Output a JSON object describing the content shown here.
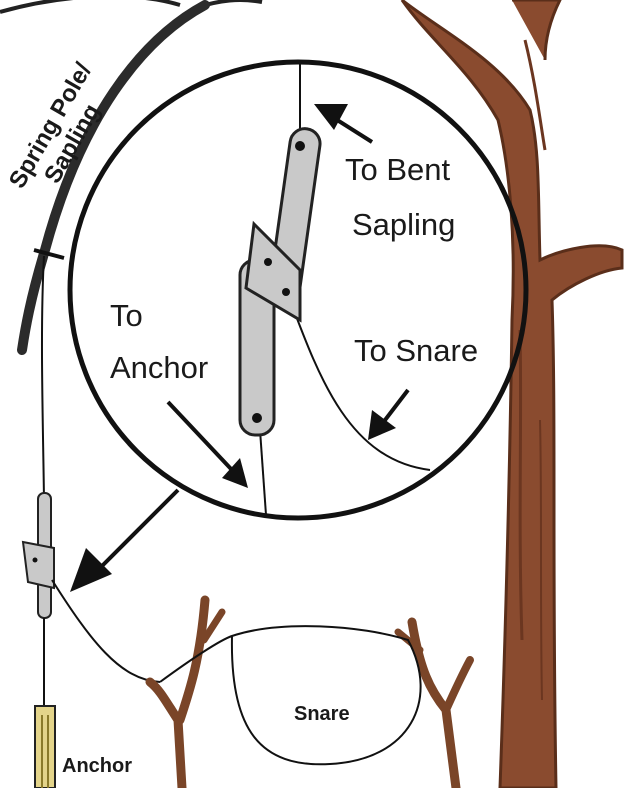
{
  "labels": {
    "spring_pole_line1": "Spring Pole/",
    "spring_pole_line2": "Sapling",
    "to_bent_line1": "To Bent",
    "to_bent_line2": "Sapling",
    "to_anchor_line1": "To",
    "to_anchor_line2": "Anchor",
    "to_snare": "To Snare",
    "snare": "Snare",
    "anchor": "Anchor"
  },
  "colors": {
    "tree_bark": "#8a4b2f",
    "tree_dark": "#6b3620",
    "sapling": "#2b2b2b",
    "trigger_fill": "#c9c9c9",
    "stake_fill": "#e3d48a",
    "line": "#111111"
  }
}
